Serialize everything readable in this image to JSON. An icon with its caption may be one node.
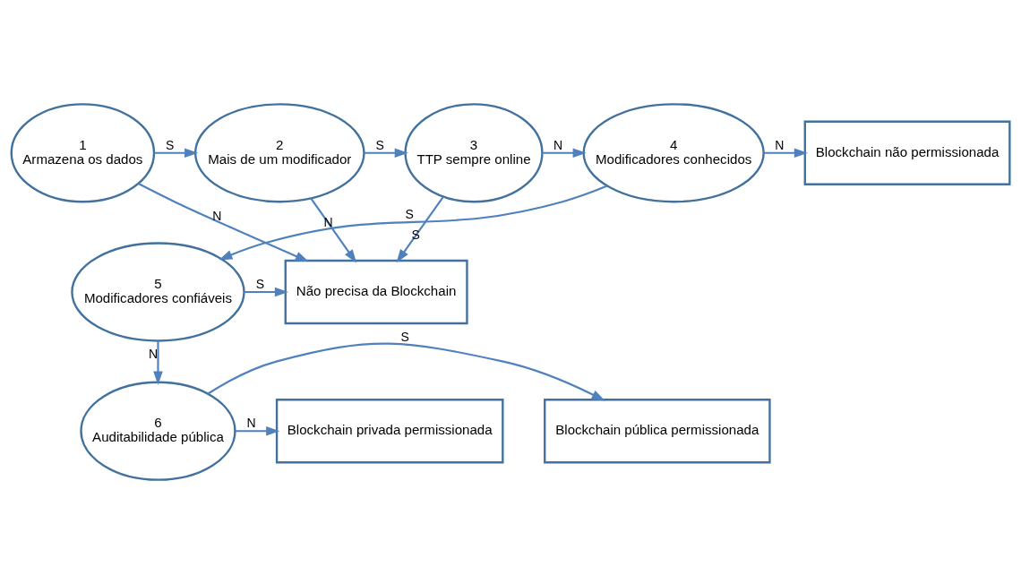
{
  "diagram": {
    "nodes": [
      {
        "text": [
          "1",
          "Armazena os dados"
        ]
      },
      {
        "text": [
          "2",
          "Mais de um modificador"
        ]
      },
      {
        "text": [
          "3",
          "TTP sempre online"
        ]
      },
      {
        "text": [
          "4",
          "Modificadores conhecidos"
        ]
      },
      {
        "text": [
          "Blockchain não permissionada"
        ]
      },
      {
        "text": [
          "Não precisa da Blockchain"
        ]
      },
      {
        "text": [
          "5",
          "Modificadores confiáveis"
        ]
      },
      {
        "text": [
          "Blockchain privada permissionada"
        ]
      },
      {
        "text": [
          "6",
          "Auditabilidade pública"
        ]
      },
      {
        "text": [
          "Blockchain pública permissionada"
        ]
      }
    ],
    "edges": [
      {
        "from": 0,
        "to": 1,
        "arrow": "to",
        "label": "S"
      },
      {
        "from": 1,
        "to": 2,
        "arrow": "to",
        "label": "S"
      },
      {
        "from": 2,
        "to": 3,
        "arrow": "to",
        "label": "N"
      },
      {
        "from": 3,
        "to": 4,
        "arrow": "to",
        "label": "N"
      },
      {
        "from": 0,
        "to": 5,
        "arrow": "to",
        "label": "N"
      },
      {
        "from": 1,
        "to": 5,
        "arrow": "to",
        "label": "N"
      },
      {
        "from": 2,
        "to": 5,
        "arrow": "to",
        "label": "S"
      },
      {
        "from": 3,
        "to": 6,
        "arrow": "to",
        "label": "S"
      },
      {
        "from": 6,
        "to": 5,
        "arrow": "to",
        "label": "S"
      },
      {
        "from": 6,
        "to": 8,
        "arrow": "to",
        "label": "N"
      },
      {
        "from": 8,
        "to": 7,
        "arrow": "to",
        "label": "N"
      },
      {
        "from": 8,
        "to": 9,
        "arrow": "to",
        "label": "S"
      }
    ]
  }
}
